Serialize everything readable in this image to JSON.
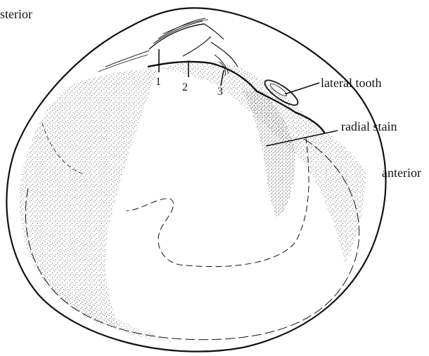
{
  "labels": {
    "posterior": "sterior",
    "anterior": "anterior",
    "lateral_tooth": "lateral tooth",
    "radial_stain": "radial stain",
    "tooth_1": "1",
    "tooth_2": "2",
    "tooth_3": "3"
  },
  "colors": {
    "ink": "#111111",
    "paper": "#ffffff"
  }
}
